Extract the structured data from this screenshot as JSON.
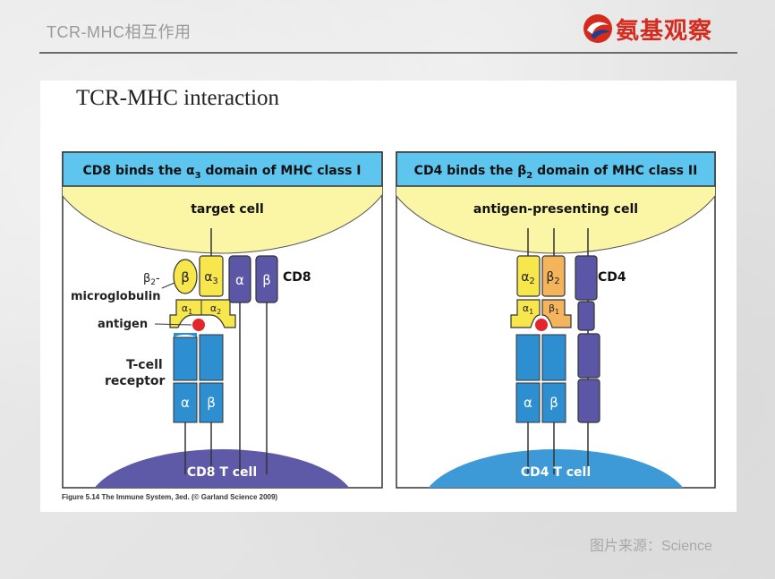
{
  "header": {
    "title": "TCR-MHC相互作用",
    "logo_text": "氨基观察"
  },
  "slide": {
    "title": "TCR-MHC interaction",
    "caption": "Figure 5.14 The Immune System, 3ed. (© Garland Science 2009)"
  },
  "panel_left": {
    "heading_pre": "CD8 binds the ",
    "heading_sym": "α",
    "heading_sub": "3",
    "heading_post": " domain of MHC class I",
    "top_cell": "target cell",
    "bottom_cell": "CD8  T cell",
    "label_b2m_1": "β",
    "label_b2m_sub": "2",
    "label_b2m_2": "microglobulin",
    "label_antigen": "antigen",
    "label_tcr_1": "T-cell",
    "label_tcr_2": "receptor",
    "label_cd8": "CD8",
    "domain_beta": "β",
    "domain_a3": "α",
    "domain_a3_sub": "3",
    "domain_a1": "α",
    "domain_a1_sub": "1",
    "domain_a2": "α",
    "domain_a2_sub": "2",
    "cd8_alpha": "α",
    "cd8_beta": "β",
    "tcr_alpha": "α",
    "tcr_beta": "β"
  },
  "panel_right": {
    "heading_pre": "CD4 binds the ",
    "heading_sym": "β",
    "heading_sub": "2",
    "heading_post": " domain of MHC class II",
    "top_cell": "antigen-presenting cell",
    "bottom_cell": "CD4  T cell",
    "label_cd4": "CD4",
    "domain_a2": "α",
    "domain_a2_sub": "2",
    "domain_b2": "β",
    "domain_b2_sub": "2",
    "domain_a1": "α",
    "domain_a1_sub": "1",
    "domain_b1": "β",
    "domain_b1_sub": "1",
    "tcr_alpha": "α",
    "tcr_beta": "β"
  },
  "footer": {
    "source": "图片来源：Science"
  },
  "colors": {
    "header_blue": "#5ec6ee",
    "cell_yellow": "#fbf5a6",
    "cd8_cell": "#5f5aa8",
    "cd4_cell": "#3d9ad6",
    "tcr_blue": "#2e8fd0",
    "mhc_yellow": "#f7e64c",
    "mhc_orange": "#f4b45c",
    "cd_purple": "#5b57a6",
    "antigen_red": "#e3262c",
    "logo_red": "#d52b1e"
  }
}
